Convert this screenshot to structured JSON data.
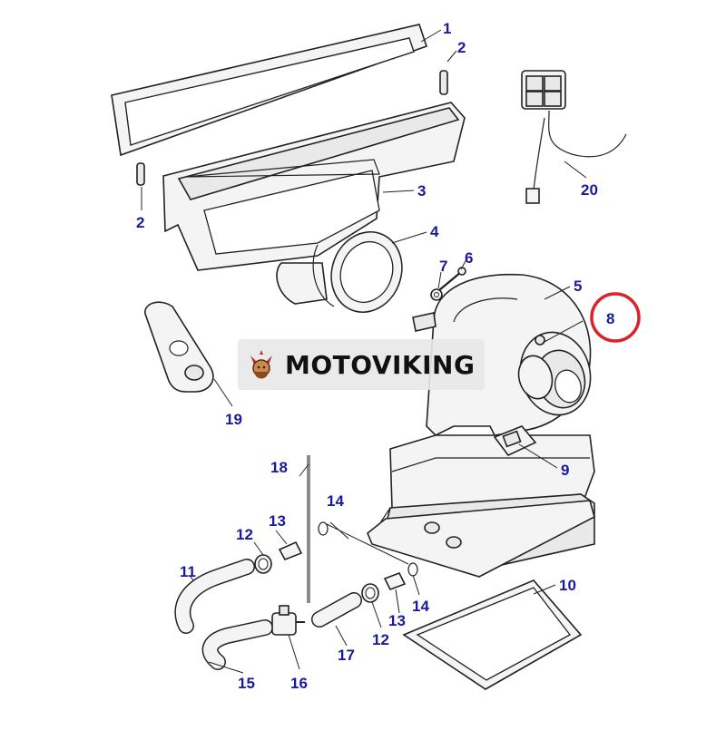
{
  "brand": {
    "logo_text": "MOTOVIKING",
    "logo_icon": "viking-mascot-icon"
  },
  "callouts": {
    "c1": "1",
    "c2a": "2",
    "c2b": "2",
    "c3": "3",
    "c4": "4",
    "c5": "5",
    "c6": "6",
    "c7": "7",
    "c8": "8",
    "c9": "9",
    "c10": "10",
    "c11": "11",
    "c12a": "12",
    "c12b": "12",
    "c13a": "13",
    "c13b": "13",
    "c14a": "14",
    "c14b": "14",
    "c15": "15",
    "c16": "16",
    "c17": "17",
    "c18": "18",
    "c19": "19",
    "c20": "20"
  },
  "highlight": {
    "callout": "8",
    "color": "#d9232a"
  },
  "colors": {
    "callout_text": "#1a1a9c",
    "line": "#222222"
  }
}
